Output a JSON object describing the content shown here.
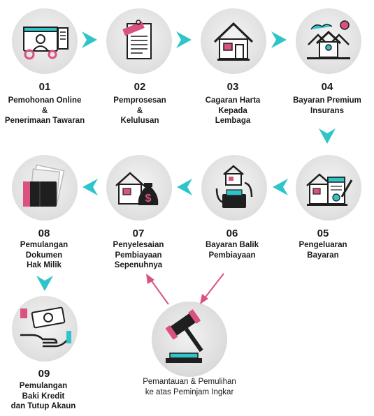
{
  "steps": [
    {
      "num": "01",
      "label": "Pemohonan Online\n&\nPenerimaan Tawaran",
      "icon": "computer-user-icon"
    },
    {
      "num": "02",
      "label": "Pemprosesan\n&\nKelulusan",
      "icon": "approved-document-icon"
    },
    {
      "num": "03",
      "label": "Cagaran Harta\nKepada\nLembaga",
      "icon": "house-icon"
    },
    {
      "num": "04",
      "label": "Bayaran Premium\nInsurans",
      "icon": "insured-house-icon"
    },
    {
      "num": "05",
      "label": "Pengeluaran\nBayaran",
      "icon": "house-check-icon"
    },
    {
      "num": "06",
      "label": "Bayaran Balik\nPembiayaan",
      "icon": "house-wallet-icon"
    },
    {
      "num": "07",
      "label": "Penyelesaian\nPembiayaan\nSepenuhnya",
      "icon": "house-money-bag-icon"
    },
    {
      "num": "08",
      "label": "Pemulangan\nDokumen\nHak Milik",
      "icon": "title-documents-icon"
    },
    {
      "num": "09",
      "label": "Pemulangan\nBaki Kredit\ndan Tutup Akaun",
      "icon": "cash-hand-icon"
    }
  ],
  "center": {
    "label": "Pemantauan & Pemulihan\nke atas Peminjam Ingkar",
    "icon": "gavel-icon"
  },
  "colors": {
    "teal": "#2ec4c9",
    "pink": "#d9537e",
    "dark": "#1f1f1f",
    "circle": "#e4e4e4"
  }
}
